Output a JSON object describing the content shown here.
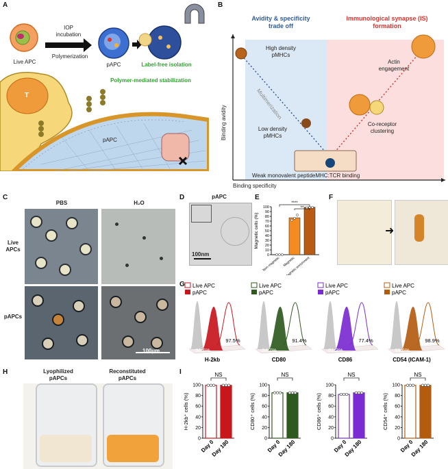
{
  "panels": {
    "A": {
      "label": "A",
      "live_apc": "Live APC",
      "step1_line1": "IOP",
      "step1_line2": "incubation",
      "step2": "Polymerization",
      "papc": "pAPC",
      "isolation": "Label-free isolation",
      "stabilization": "Polymer-mediated stabilization",
      "t_cell": "T",
      "papc_inner": "pAPC"
    },
    "B": {
      "label": "B",
      "left_title_1": "Avidity & specificity",
      "left_title_2": "trade off",
      "right_title_1": "Immunological synapse (IS)",
      "right_title_2": "formation",
      "high_density_1": "High density",
      "high_density_2": "pMHCs",
      "low_density_1": "Low density",
      "low_density_2": "pMHCs",
      "multimerization": "Multimerization",
      "actin_1": "Actin",
      "actin_2": "engagement",
      "coreceptor_1": "Co-receptor",
      "coreceptor_2": "clustering",
      "weak_binding": "Weak monovalent peptideMHC:TCR binding",
      "y_axis": "Binding avidity",
      "x_axis": "Binding specificity",
      "colors": {
        "left_bg": "#dbe8f5",
        "right_bg": "#fbdedd",
        "blue_text": "#2e5c9e",
        "red_text": "#e0302a"
      }
    },
    "C": {
      "label": "C",
      "col1": "PBS",
      "col2": "H₂O",
      "row1_1": "Live",
      "row1_2": "APCs",
      "row2": "pAPCs",
      "scale": "100µm"
    },
    "D": {
      "label": "D",
      "title": "pAPC",
      "scale": "100nm"
    },
    "E": {
      "label": "E",
      "ylabel": "Magnetic cells (%)",
      "sig1": "****",
      "sig2": "**"
    },
    "F": {
      "label": "F"
    },
    "G": {
      "label": "G",
      "legend_live": "Live APC",
      "legend_papc": "pAPC",
      "groups": [
        {
          "marker": "H-2kb",
          "papc_pct": "96.6%",
          "live_pct": "97.5%",
          "color": "#c8161d"
        },
        {
          "marker": "CD80",
          "papc_pct": "84.7%",
          "live_pct": "91.4%",
          "color": "#2f5a1f"
        },
        {
          "marker": "CD86",
          "papc_pct": "81.3%",
          "live_pct": "77.4%",
          "color": "#7a2bd1"
        },
        {
          "marker": "CD54 (ICAM-1)",
          "papc_pct": "99.6%",
          "live_pct": "98.9%",
          "color": "#b35c10"
        }
      ]
    },
    "H": {
      "label": "H",
      "left_1": "Lyophilized",
      "left_2": "pAPCs",
      "right_1": "Reconstituted",
      "right_2": "pAPCs"
    },
    "I": {
      "label": "I",
      "sig": "NS",
      "day0": "Day 0",
      "day180": "Day 180"
    }
  },
  "chart_data": [
    {
      "type": "bar",
      "panel": "E",
      "categories": [
        "Non-magnetic",
        "Magnetic",
        "Magnetic enrichment"
      ],
      "values": [
        0,
        77,
        99
      ],
      "points": [
        [
          0,
          0,
          0
        ],
        [
          72,
          76,
          83
        ],
        [
          98,
          99,
          99
        ]
      ],
      "colors": [
        "#f58a1f",
        "#f58a1f",
        "#b85b14"
      ],
      "ylabel": "Magnetic cells (%)",
      "ylim": [
        0,
        100
      ],
      "yticks": [
        0,
        10,
        20,
        30,
        40,
        50,
        60,
        70,
        80,
        90,
        100
      ],
      "annotations": [
        "****",
        "**"
      ]
    },
    {
      "type": "bar",
      "panel": "I",
      "categories": [
        "Day 0",
        "Day 180"
      ],
      "ylim": [
        0,
        100
      ],
      "yticks": [
        0,
        20,
        40,
        60,
        80,
        100
      ],
      "series": [
        {
          "ylabel": "H-2kb⁺ cells (%)",
          "values": [
            99,
            99
          ],
          "color": "#c8161d"
        },
        {
          "ylabel": "CD80⁺ cells (%)",
          "values": [
            85,
            85
          ],
          "color": "#2f5a1f"
        },
        {
          "ylabel": "CD86⁺ cells (%)",
          "values": [
            82,
            85
          ],
          "color": "#7a2bd1"
        },
        {
          "ylabel": "CD54⁺ cells (%)",
          "values": [
            99,
            99
          ],
          "color": "#b35c10"
        }
      ],
      "annotations": [
        "NS"
      ]
    }
  ]
}
